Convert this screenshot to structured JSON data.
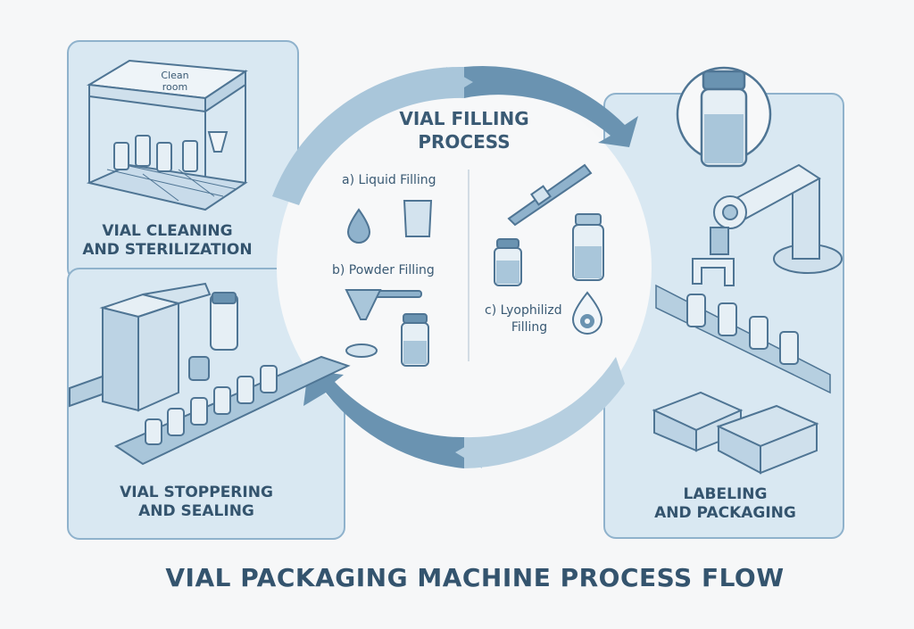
{
  "title": "VIAL PACKAGING MACHINE PROCESS FLOW",
  "steps": {
    "cleaning": {
      "line1": "VIAL CLEANING",
      "line2": "AND STERILIZATION",
      "sign_line1": "Clean",
      "sign_line2": "room"
    },
    "filling": {
      "title_line1": "VIAL FILLING",
      "title_line2": "PROCESS",
      "options": [
        {
          "label": "a) Liquid Filling"
        },
        {
          "label": "b) Powder Filling"
        },
        {
          "label_line1": "c) Lyophilizd",
          "label_line2": "Filling"
        }
      ]
    },
    "stoppering": {
      "line1": "VIAL STOPPERING",
      "line2": "AND SEALING"
    },
    "labeling": {
      "line1": "LABELING",
      "line2": "AND PACKAGING"
    }
  },
  "colors": {
    "panel_fill": "#d9e8f2",
    "panel_border": "#8fb2cc",
    "arrow_light": "#a9c6da",
    "arrow_dark": "#6a93b1",
    "text": "#34546e",
    "background": "#f6f7f8"
  }
}
